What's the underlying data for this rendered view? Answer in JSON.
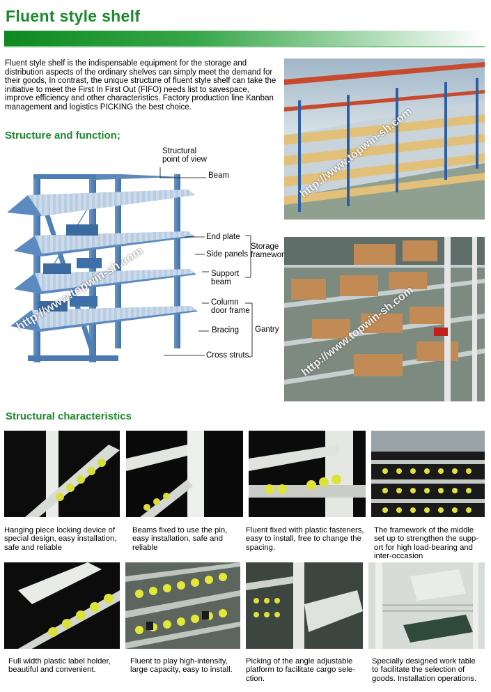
{
  "title": "Fluent style shelf",
  "intro": "Fluent style shelf is the indispensable equipment for the storage and distribution aspects of the ordinary shelves can simply meet the demand for their goods, In contrast, the unique structure of fluent style shelf can take the initiative to meet the First In First Out (FIFO) needs list to savespace, improve efficiency and other characteristics. Factory production line Kanban management and logistics PICKING the best choice.",
  "structure_heading": "Structure and function;",
  "watermark": "http://www.topwin-sh.com",
  "diagram_labels": {
    "structural_line1": "Structural",
    "structural_line2": "point of view",
    "beam": "Beam",
    "end_plate": "End plate",
    "side_panels": "Side panels",
    "support_line1": "Support",
    "support_line2": "beam",
    "storage_line1": "Storage",
    "storage_line2": "framework",
    "column_line1": "Column",
    "column_line2": "door frame",
    "bracing": "Bracing",
    "gantry": "Gantry",
    "cross_struts": "Cross struts"
  },
  "characteristics_heading": "Structural characteristics",
  "captions": [
    [
      "Hanging piece locking device of",
      "special design, easy installation,",
      "safe and reliable"
    ],
    [
      "Beams fixed to use the pin,",
      "easy installation, safe and",
      "reliable"
    ],
    [
      "Fluent fixed with plastic fasteners,",
      "easy to install, free to change the",
      "spacing."
    ],
    [
      "The framework of the middle",
      "set up to strengthen the supp-",
      "ort for high load-bearing and",
      "inter-occasion"
    ],
    [
      "Full width plastic label holder,",
      "beautiful and convenient."
    ],
    [
      "Fluent to play high-intensity,",
      "large capacity, easy to install."
    ],
    [
      "Picking of the angle adjustable",
      "platform to facilitate cargo sele-",
      "ction."
    ],
    [
      "Specially designed work table",
      "to facilitate the selection of",
      "goods. Installation operations."
    ]
  ]
}
